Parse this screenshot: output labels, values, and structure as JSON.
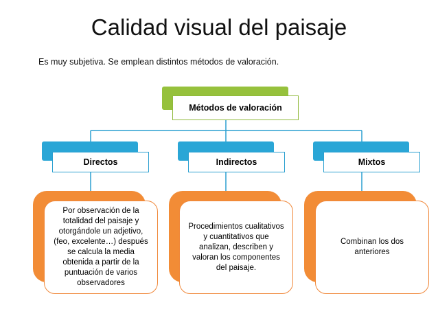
{
  "slide": {
    "title": "Calidad visual del paisaje",
    "subtitle": "Es muy subjetiva. Se emplean distintos métodos de valoración."
  },
  "diagram": {
    "root": "Métodos de valoración",
    "branches": [
      {
        "label": "Directos",
        "description": "Por observación de la\ntotalidad del paisaje y\notorgándole un adjetivo,\n(feo, excelente…) después\nse calcula la media\nobtenida a partir de la\npuntuación de varios\nobservadores"
      },
      {
        "label": "Indirectos",
        "description": "Procedimientos cualitativos\ny cuantitativos que\nanalizan, describen y\nvaloran los componentes\ndel paisaje."
      },
      {
        "label": "Mixtos",
        "description": "Combinan los dos\nanteriores"
      }
    ],
    "colors": {
      "root_back": "#96c13c",
      "level_back": "#2aa6d6",
      "desc_back": "#f28c36",
      "connector": "#2a9fd0"
    }
  }
}
